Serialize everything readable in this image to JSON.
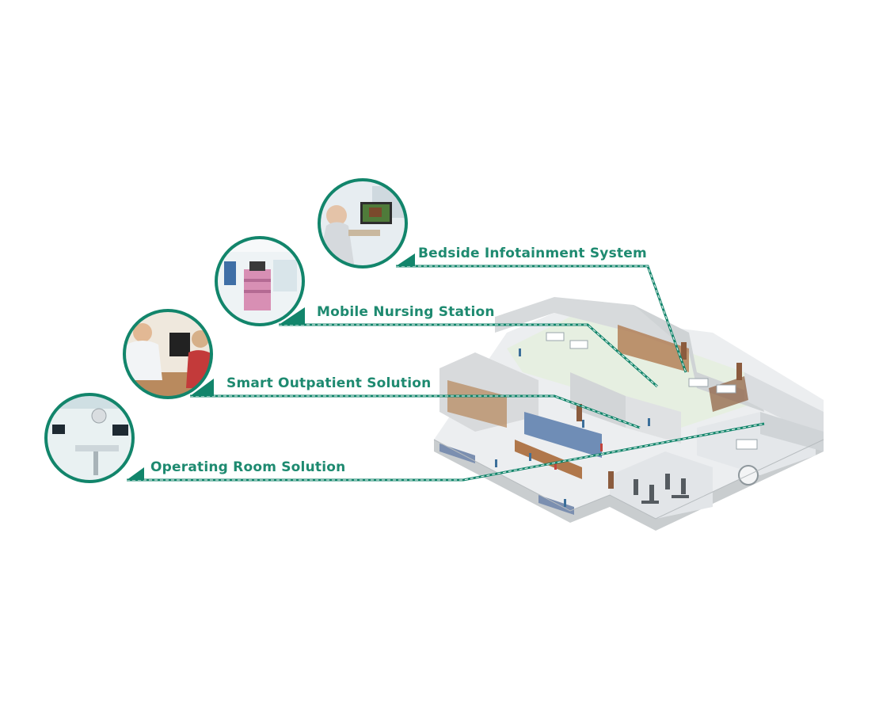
{
  "colors": {
    "accent": "#12856b",
    "label": "#1e8a70",
    "floor": "#e9ebec",
    "wall": "#d9dcde"
  },
  "solutions": [
    {
      "label": "Bedside Infotainment System",
      "icon": "patient-tv-photo"
    },
    {
      "label": "Mobile Nursing Station",
      "icon": "nursing-cart-photo"
    },
    {
      "label": "Smart Outpatient Solution",
      "icon": "doctor-consultation-photo"
    },
    {
      "label": "Operating Room Solution",
      "icon": "operating-room-photo"
    }
  ]
}
